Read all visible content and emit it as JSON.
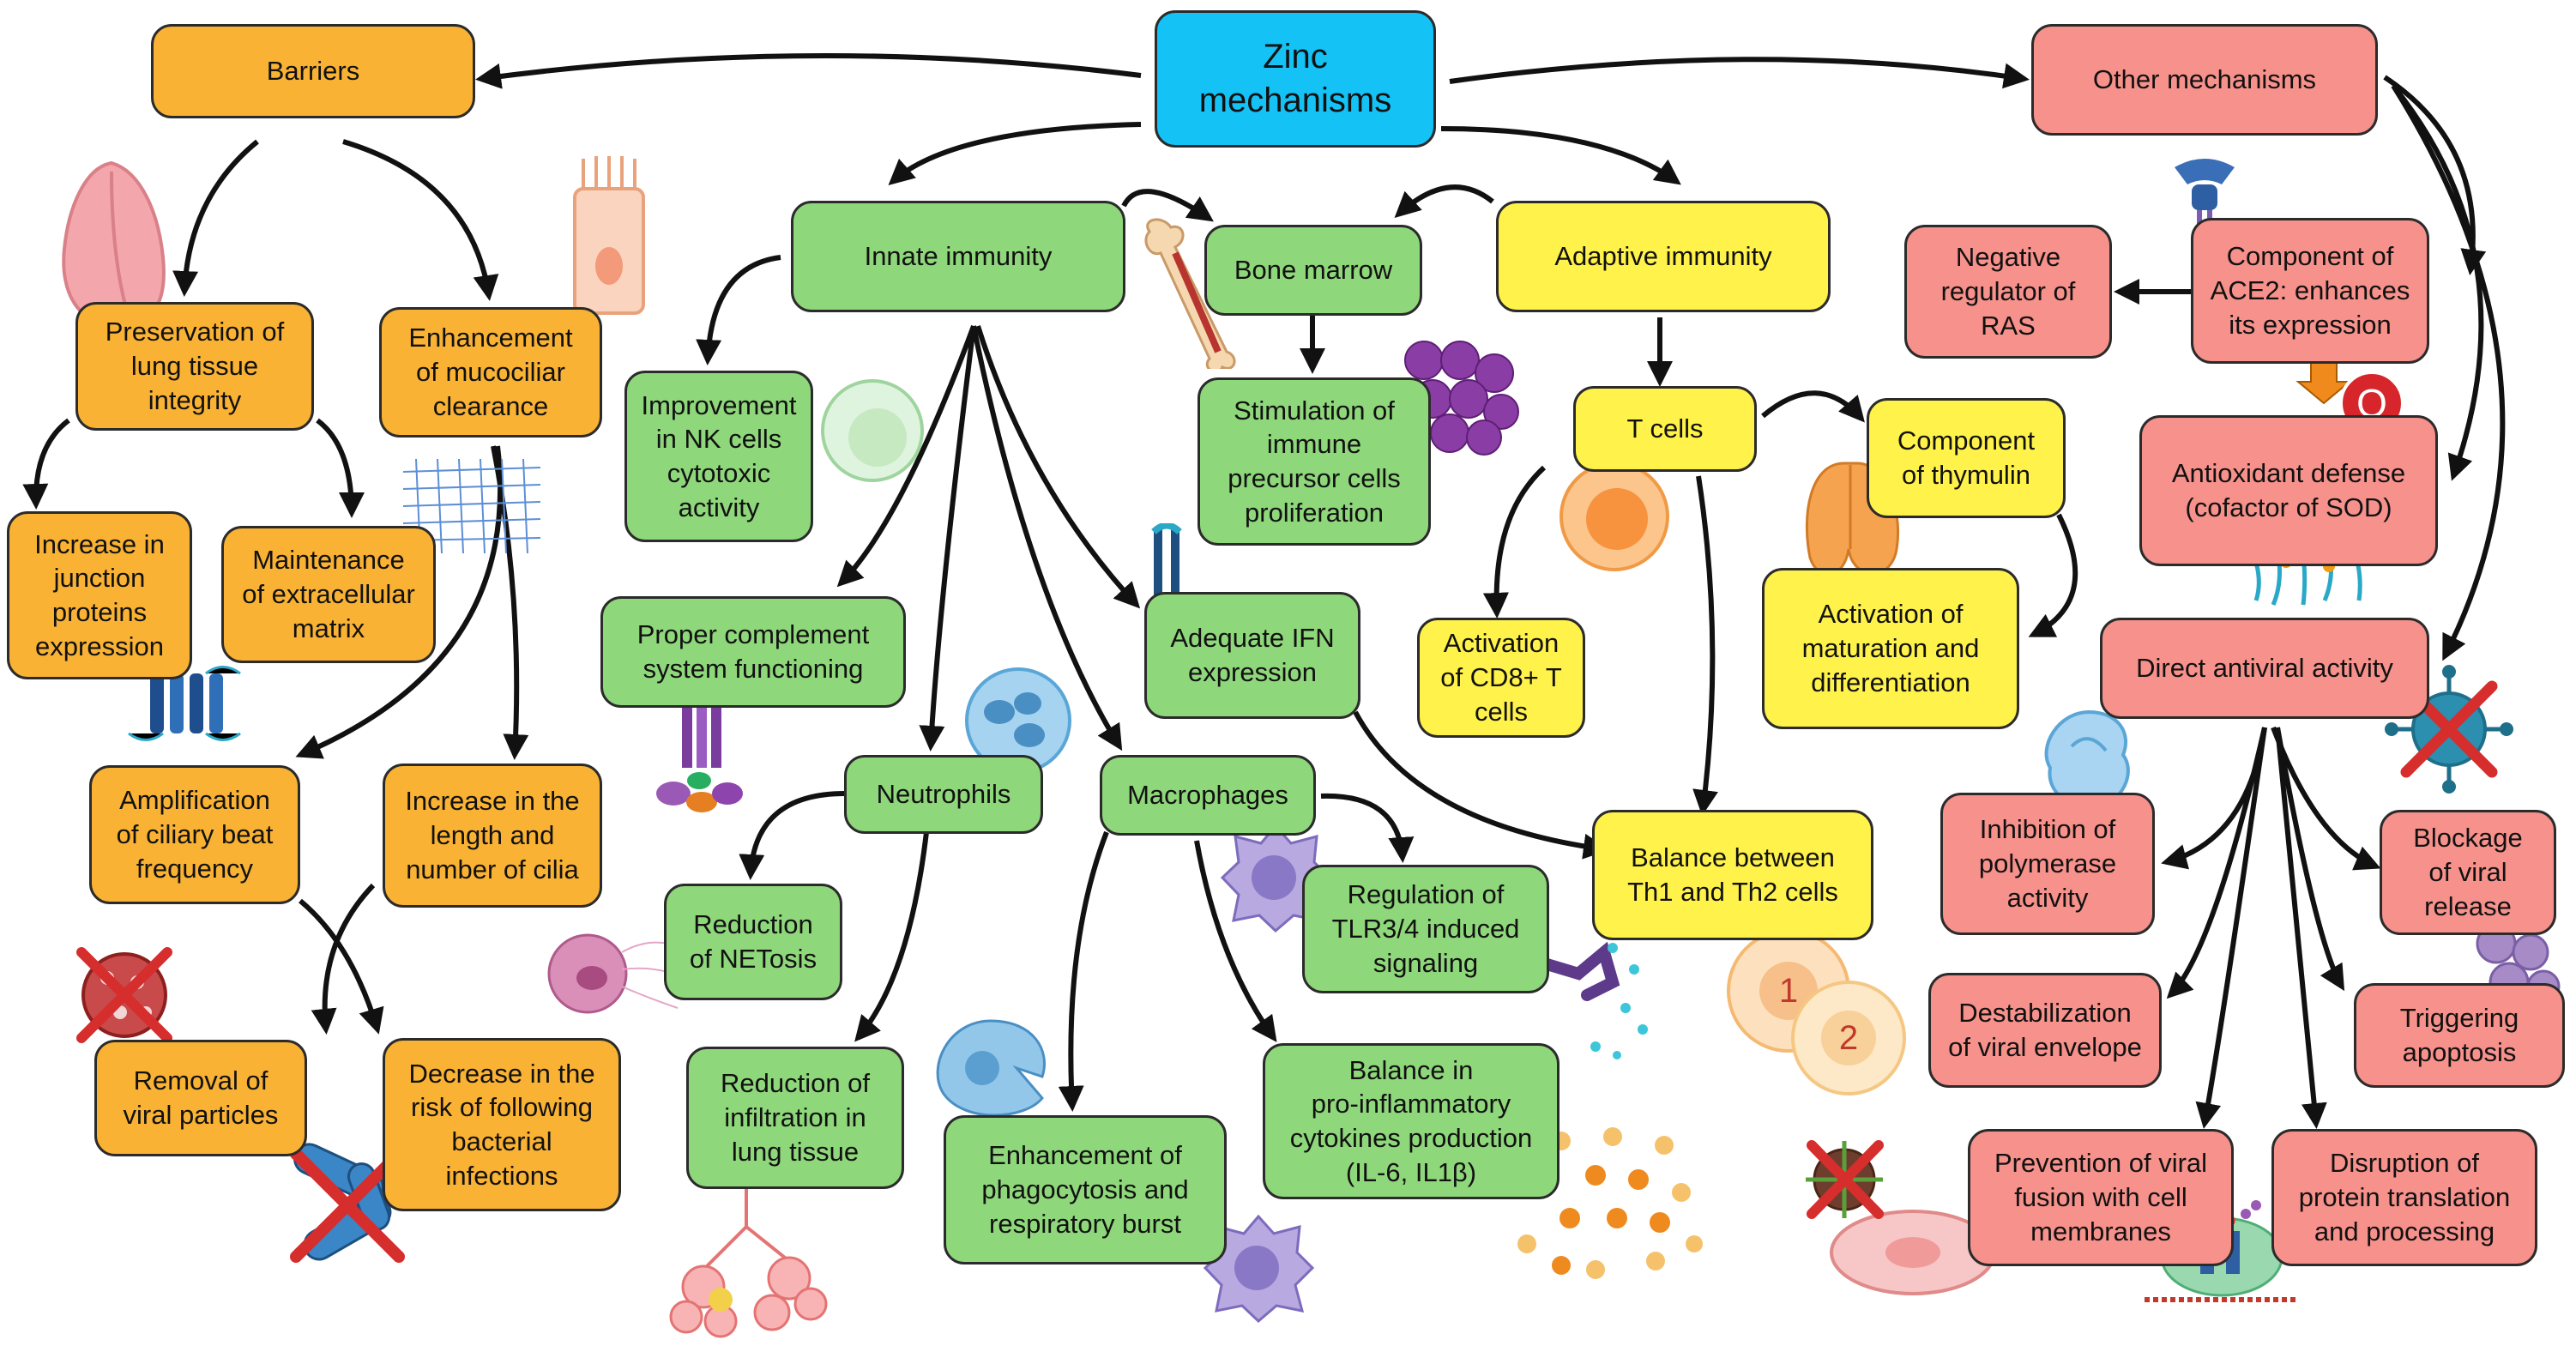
{
  "colors": {
    "barriers": "#f9b233",
    "innate": "#8fd77b",
    "adaptive": "#fff24a",
    "other": "#f6918b",
    "root": "#14c2f6",
    "arrow": "#111111",
    "cross": "#d62d2d"
  },
  "nodes": {
    "zinc": "Zinc\nmechanisms",
    "barriers": "Barriers",
    "preservation": "Preservation of\nlung tissue\nintegrity",
    "mucociliary": "Enhancement\nof mucociliar\nclearance",
    "junction": "Increase in\njunction\nproteins\nexpression",
    "extracellular": "Maintenance\nof extracellular\nmatrix",
    "ciliary_beat": "Amplification\nof ciliary beat\nfrequency",
    "cilia_length": "Increase in the\nlength and\nnumber of cilia",
    "viral_removal": "Removal of\nviral particles",
    "bacterial_risk": "Decrease in the\nrisk of following\nbacterial\ninfections",
    "innate": "Innate immunity",
    "nk_cells": "Improvement\nin NK cells\ncytotoxic\nactivity",
    "complement": "Proper complement\nsystem functioning",
    "neutrophils": "Neutrophils",
    "netosis": "Reduction\nof NETosis",
    "infiltration": "Reduction of\ninfiltration in\nlung tissue",
    "bone_marrow": "Bone marrow",
    "precursor": "Stimulation of\nimmune\nprecursor cells\nproliferation",
    "ifn": "Adequate IFN\nexpression",
    "macrophages": "Macrophages",
    "tlr": "Regulation of\nTLR3/4 induced\nsignaling",
    "phagocytosis": "Enhancement of\nphagocytosis and\nrespiratory burst",
    "cytokines": "Balance in\npro-inflammatory\ncytokines production\n(IL-6, IL1β)",
    "adaptive": "Adaptive immunity",
    "t_cells": "T cells",
    "thymulin": "Component\nof thymulin",
    "maturation": "Activation of\nmaturation and\ndifferentiation",
    "cd8": "Activation\nof CD8+ T\ncells",
    "th_balance": "Balance between\nTh1 and Th2 cells",
    "other": "Other mechanisms",
    "ras": "Negative\nregulator of\nRAS",
    "ace2": "Component of\nACE2: enhances\nits expression",
    "antioxidant": "Antioxidant defense\n(cofactor of SOD)",
    "antiviral": "Direct antiviral activity",
    "polymerase": "Inhibition of\npolymerase\nactivity",
    "viral_release": "Blockage\nof viral\nrelease",
    "envelope": "Destabilization\nof viral envelope",
    "apoptosis": "Triggering\napoptosis",
    "fusion": "Prevention of viral\nfusion with cell\nmembranes",
    "translation": "Disruption of\nprotein translation\nand processing"
  },
  "illustrations": {
    "th_labels": [
      "1",
      "2"
    ],
    "ros_label": "O"
  }
}
